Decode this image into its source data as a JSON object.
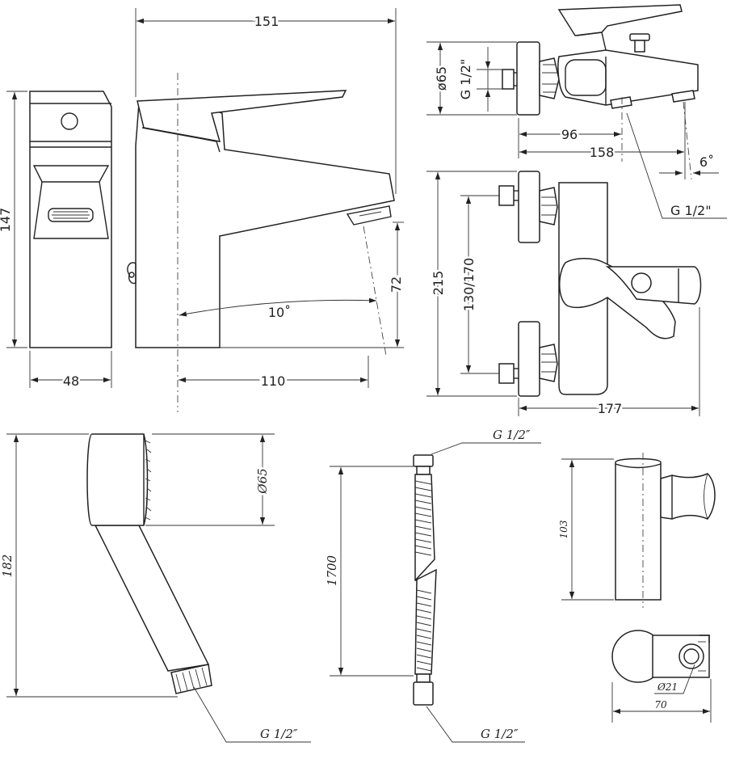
{
  "basin_mixer": {
    "overall_width": "151",
    "height": "147",
    "body_width": "48",
    "spout_reach": "110",
    "spout_height": "72",
    "spout_angle": "10˚"
  },
  "bath_mixer_top": {
    "flange_diameter": "ø65",
    "inlet_thread": "G 1/2\"",
    "dim_96": "96",
    "dim_158": "158",
    "outlet_angle": "6˚",
    "outlet_thread": "G 1/2\""
  },
  "bath_mixer_front": {
    "height": "215",
    "centers": "130/170",
    "width": "177"
  },
  "hand_shower": {
    "length": "182",
    "head_diameter": "Ø65",
    "thread": "G 1/2″"
  },
  "hose": {
    "length": "1700",
    "thread_top": "G 1/2″",
    "thread_bottom": "G 1/2″"
  },
  "wall_bracket": {
    "height": "103",
    "hole_diameter": "Ø21",
    "width": "70"
  }
}
